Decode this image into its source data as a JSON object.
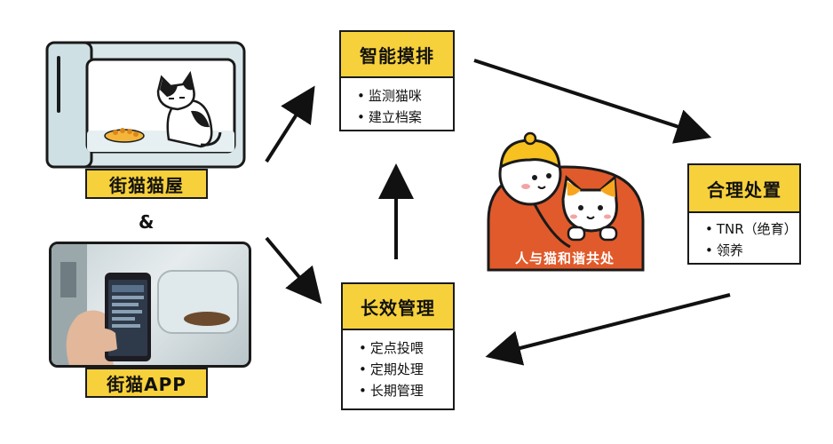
{
  "nodes": {
    "house_label": "街猫猫屋",
    "amp": "&",
    "app_label": "街猫APP",
    "smart": {
      "title": "智能摸排",
      "items": [
        "监测猫咪",
        "建立档案"
      ]
    },
    "manage": {
      "title": "长效管理",
      "items": [
        "定点投喂",
        "定期处理",
        "长期管理"
      ]
    },
    "dispose": {
      "title": "合理处置",
      "items": [
        "TNR（绝育）",
        "领养"
      ]
    },
    "harmony": "人与猫和谐共处"
  },
  "colors": {
    "yellow": "#f7d13b",
    "orange": "#e15a2b",
    "outline": "#1a1a1a"
  },
  "icons": [
    "cat-house-icon",
    "phone-photo",
    "person-and-cat-illustration",
    "arrow-icon"
  ]
}
